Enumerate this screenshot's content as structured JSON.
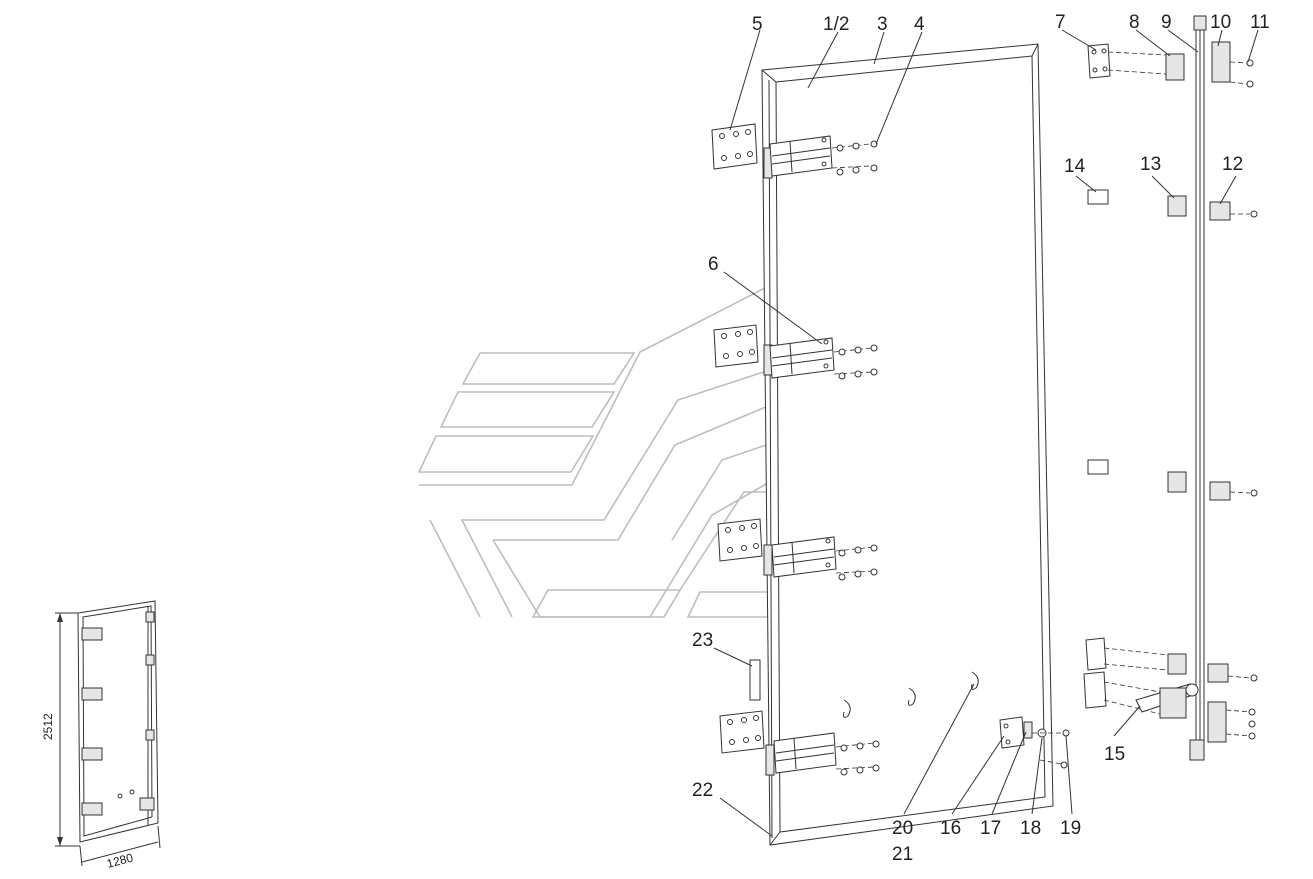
{
  "diagram": {
    "callouts": [
      {
        "id": "5",
        "label": "5"
      },
      {
        "id": "1-2",
        "label": "1/2"
      },
      {
        "id": "3",
        "label": "3"
      },
      {
        "id": "4",
        "label": "4"
      },
      {
        "id": "7",
        "label": "7"
      },
      {
        "id": "8",
        "label": "8"
      },
      {
        "id": "9",
        "label": "9"
      },
      {
        "id": "10",
        "label": "10"
      },
      {
        "id": "11",
        "label": "11"
      },
      {
        "id": "14",
        "label": "14"
      },
      {
        "id": "13",
        "label": "13"
      },
      {
        "id": "12",
        "label": "12"
      },
      {
        "id": "6",
        "label": "6"
      },
      {
        "id": "23",
        "label": "23"
      },
      {
        "id": "15",
        "label": "15"
      },
      {
        "id": "22",
        "label": "22"
      },
      {
        "id": "20",
        "label": "20"
      },
      {
        "id": "16",
        "label": "16"
      },
      {
        "id": "17",
        "label": "17"
      },
      {
        "id": "18",
        "label": "18"
      },
      {
        "id": "19",
        "label": "19"
      },
      {
        "id": "21",
        "label": "21"
      }
    ],
    "dimensions": {
      "height": "2512",
      "width": "1280"
    }
  }
}
